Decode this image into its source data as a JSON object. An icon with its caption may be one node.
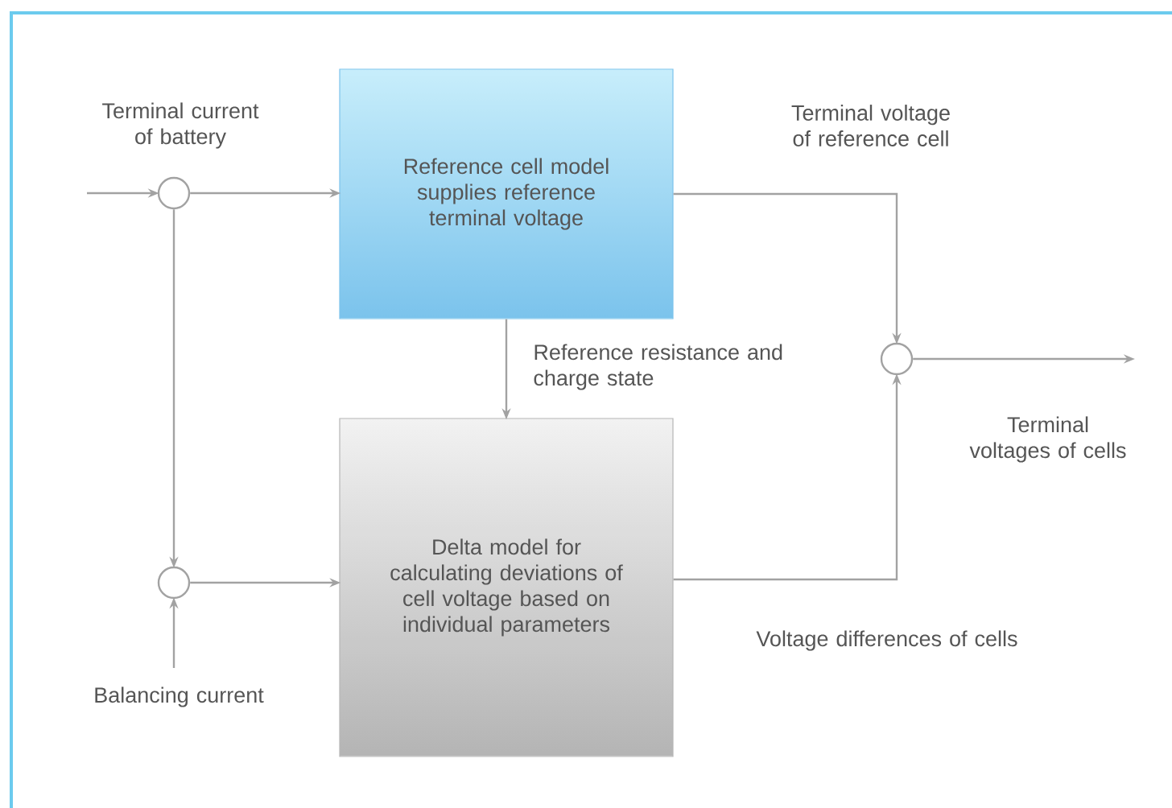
{
  "diagram": {
    "nodes": [
      {
        "text": [
          "Reference cell model supplies reference terminal voltage"
        ]
      },
      {
        "text": [
          "Delta model for calculating deviations of cell voltage based on individual parameters"
        ]
      },
      {
        "text": [],
        "shape": "circle"
      },
      {
        "text": [],
        "shape": "circle"
      },
      {
        "text": [],
        "shape": "circle"
      }
    ],
    "edges": [
      {
        "from": null,
        "to": 2,
        "arrow": "to",
        "label": "Terminal current of battery"
      },
      {
        "from": 2,
        "to": 0,
        "arrow": "to"
      },
      {
        "from": 2,
        "to": 3,
        "arrow": "to"
      },
      {
        "from": null,
        "to": 3,
        "arrow": "to",
        "label": "Balancing current"
      },
      {
        "from": 3,
        "to": 1,
        "arrow": "to"
      },
      {
        "from": 0,
        "to": 1,
        "arrow": "to",
        "label": "Reference resistance and charge state"
      },
      {
        "from": 0,
        "to": 4,
        "arrow": "to",
        "label": "Terminal voltage of reference cell"
      },
      {
        "from": 1,
        "to": 4,
        "arrow": "to",
        "label": "Voltage differences of cells"
      },
      {
        "from": 4,
        "to": null,
        "arrow": "to",
        "label": "Terminal voltages of cells"
      }
    ]
  }
}
